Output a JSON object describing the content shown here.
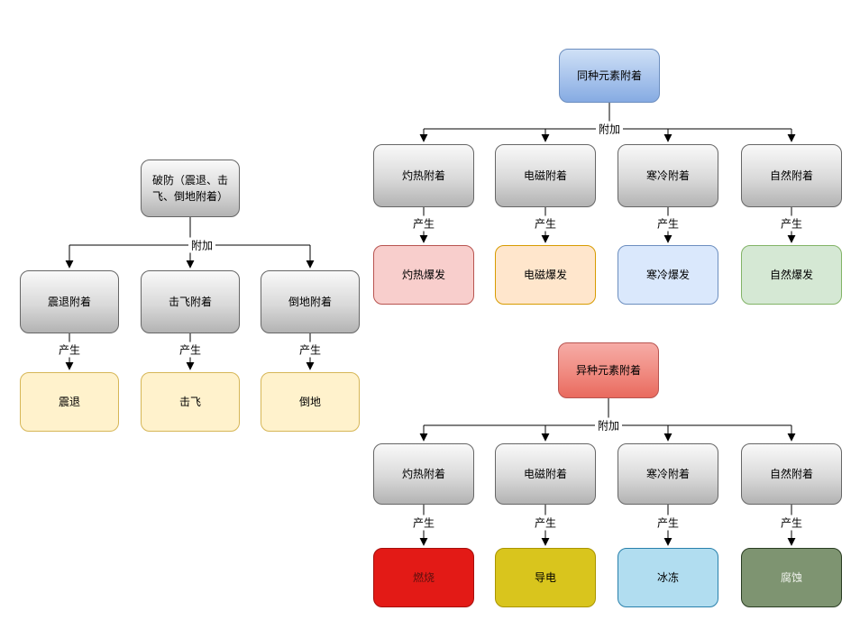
{
  "edge_labels": {
    "attach": "附加",
    "produce": "产生"
  },
  "left_tree": {
    "root": "破防（震退、击飞、倒地附着）",
    "nodes": [
      "震退附着",
      "击飞附着",
      "倒地附着"
    ],
    "leaves": [
      "震退",
      "击飞",
      "倒地"
    ]
  },
  "same_element_tree": {
    "root": "同种元素附着",
    "nodes": [
      "灼热附着",
      "电磁附着",
      "寒冷附着",
      "自然附着"
    ],
    "leaves": [
      "灼热爆发",
      "电磁爆发",
      "寒冷爆发",
      "自然爆发"
    ]
  },
  "cross_element_tree": {
    "root": "异种元素附着",
    "nodes": [
      "灼热附着",
      "电磁附着",
      "寒冷附着",
      "自然附着"
    ],
    "leaves": [
      "燃烧",
      "导电",
      "冰冻",
      "腐蚀"
    ]
  },
  "colors": {
    "line": "#000000",
    "gray_node_top": "#f9f9f9",
    "gray_node_bottom": "#b3b3b3",
    "gray_node_border": "#666666",
    "blue_root_top": "#cfe0f6",
    "blue_root_bottom": "#86abe2",
    "blue_root_border": "#6c8ebf",
    "red_root_top": "#f6aca6",
    "red_root_bottom": "#e96a5e",
    "red_root_border": "#b85450",
    "scorch_burst_fill": "#f8cecc",
    "scorch_burst_border": "#b85450",
    "em_burst_fill": "#ffe6cc",
    "em_burst_border": "#d79b00",
    "cold_burst_fill": "#dae8fc",
    "cold_burst_border": "#6c8ebf",
    "nature_burst_fill": "#d5e8d4",
    "nature_burst_border": "#82b366",
    "yellow_leaf_fill": "#fff2cc",
    "yellow_leaf_border": "#d6b656",
    "burn_fill": "#e31a16",
    "burn_border": "#a50f0c",
    "burn_text": "#5d100e",
    "conduct_fill": "#d9c51d",
    "conduct_border": "#a99400",
    "freeze_fill": "#b1ddf0",
    "freeze_border": "#2980ab",
    "corrode_fill": "#7e9471",
    "corrode_border": "#2a3d22",
    "corrode_text": "#eff2ec"
  }
}
